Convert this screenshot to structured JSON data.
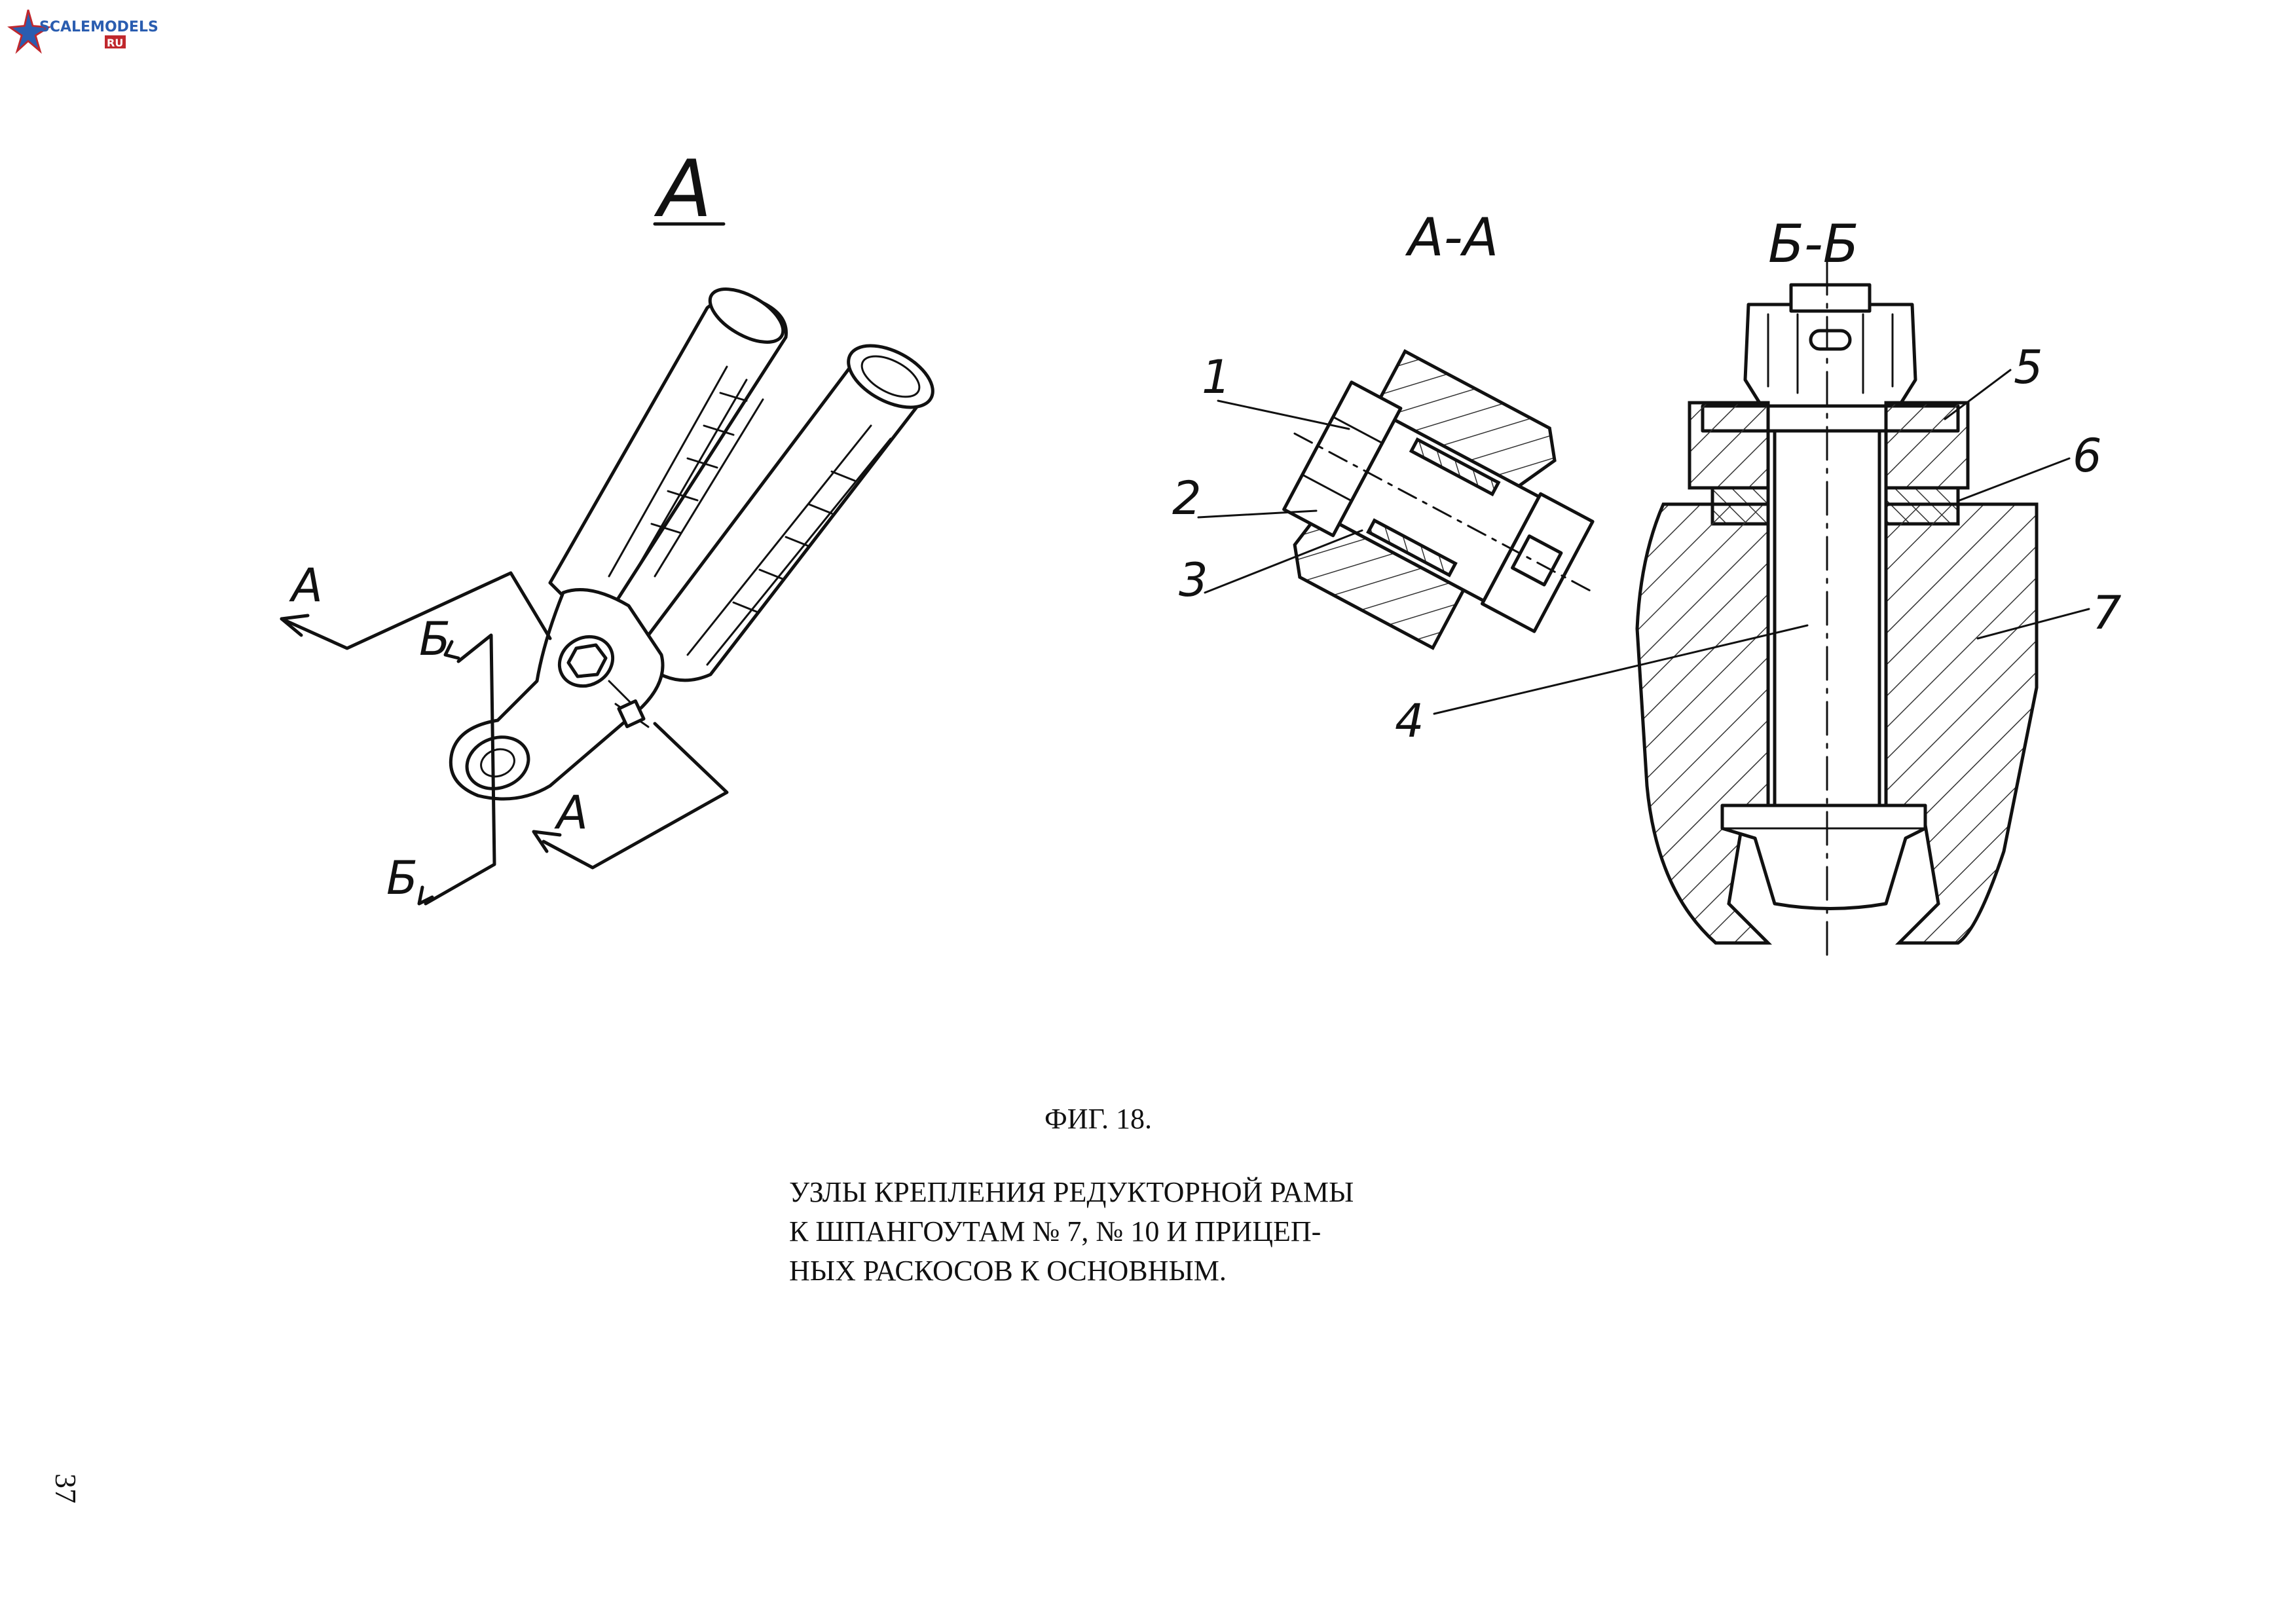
{
  "logo": {
    "text": "SCALEMODELS",
    "suffix": "RU"
  },
  "views": {
    "view_a": "А",
    "section_aa": "А-А",
    "section_bb": "Б-Б"
  },
  "cut_marks": {
    "a": "А",
    "b": "Б"
  },
  "callouts": [
    "1",
    "2",
    "3",
    "4",
    "5",
    "6",
    "7"
  ],
  "caption": {
    "figure": "ФИГ. 18.",
    "line1": "УЗЛЫ КРЕПЛЕНИЯ РЕДУКТОРНОЙ РАМЫ",
    "line2": "К ШПАНГОУТАМ № 7, № 10 И ПРИЦЕП-",
    "line3": "НЫХ РАСКОСОВ К ОСНОВНЫМ."
  },
  "page_number": "37"
}
